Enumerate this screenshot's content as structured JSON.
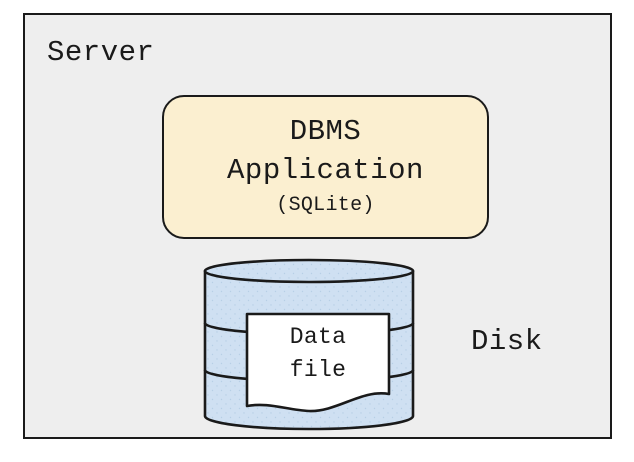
{
  "diagram": {
    "title": "SQLite server/disk architecture diagram",
    "background_color": "#ffffff",
    "container": {
      "label": "Server",
      "fill_color": "#eeeeee",
      "stroke_color": "#1a1a1a"
    },
    "application_box": {
      "line1": "DBMS",
      "line2": "Application",
      "line3": "(SQLite)",
      "fill_color": "#fbefd0",
      "stroke_color": "#1a1a1a",
      "shape": "rounded-rectangle"
    },
    "disk": {
      "label": "Disk",
      "shape": "cylinder-stack",
      "bands": 3,
      "fill_color": "#cfe0f2",
      "stroke_color": "#1a1a1a",
      "document": {
        "line1": "Data",
        "line2": "file",
        "fill_color": "#ffffff",
        "stroke_color": "#1a1a1a",
        "shape": "document-wavy-bottom"
      }
    }
  }
}
